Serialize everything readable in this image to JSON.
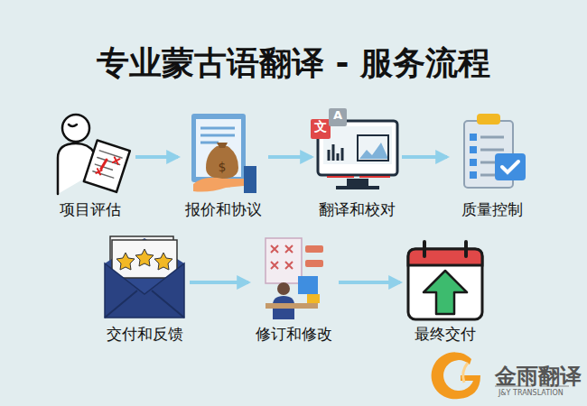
{
  "diagram": {
    "title": "专业蒙古语翻译 - 服务流程",
    "nodes": [
      {
        "text": [
          "项目评估"
        ]
      },
      {
        "text": [
          "报价和协议"
        ]
      },
      {
        "text": [
          "翻译和校对"
        ]
      },
      {
        "text": [
          "质量控制"
        ]
      },
      {
        "text": [
          "交付和反馈"
        ]
      },
      {
        "text": [
          "修订和修改"
        ]
      },
      {
        "text": [
          "最终交付"
        ]
      }
    ],
    "edges": [
      {
        "from": 0,
        "to": 1,
        "arrow": "to"
      },
      {
        "from": 1,
        "to": 2,
        "arrow": "to"
      },
      {
        "from": 2,
        "to": 3,
        "arrow": "to"
      },
      {
        "from": 4,
        "to": 5,
        "arrow": "to"
      },
      {
        "from": 5,
        "to": 6,
        "arrow": "to"
      }
    ],
    "labels": [
      "文",
      "A",
      "金雨翻译",
      "J&Y TRANSLATION"
    ]
  }
}
